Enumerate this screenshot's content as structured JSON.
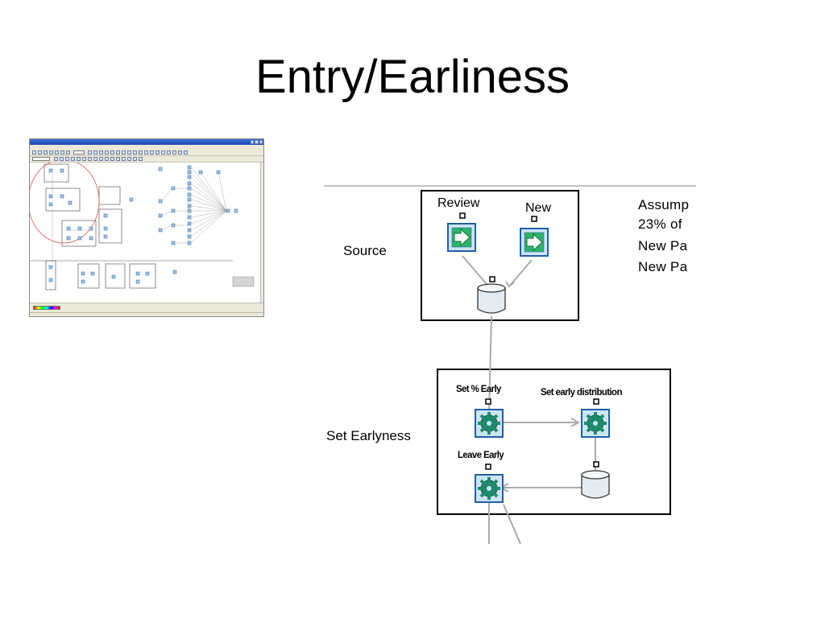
{
  "slide": {
    "title": "Entry/Earliness"
  },
  "diagram": {
    "sections": {
      "source": "Source",
      "set_earlyness": "Set Earlyness"
    },
    "nodes": {
      "review": "Review",
      "new": "New",
      "set_pct_early": "Set % Early",
      "set_early_distribution": "Set early distribution",
      "leave_early": "Leave Early"
    },
    "assumptions": [
      "Assump",
      "23% of",
      "New Pa",
      "New Pa"
    ]
  },
  "colors": {
    "arrow_icon_fill": "#2db46a",
    "icon_border": "#1f5fa8",
    "gear_fill": "#1e8a6a",
    "connector_gray": "#aaaaaa"
  },
  "icons": {
    "source_node": "green-arrow-icon",
    "process_node": "gear-icon",
    "queue_node": "cylinder-icon"
  }
}
